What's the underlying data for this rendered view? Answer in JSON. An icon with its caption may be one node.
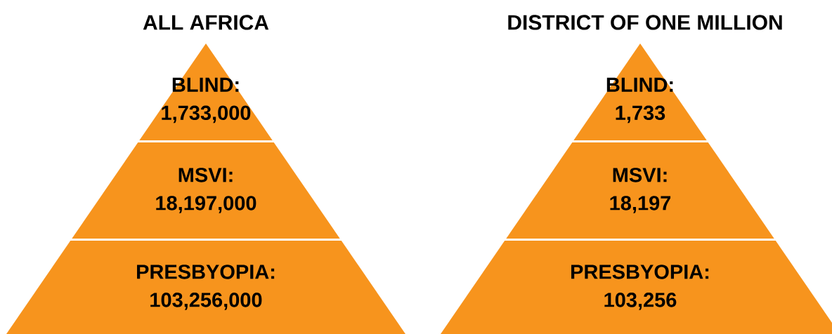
{
  "diagram": {
    "nodes": [
      {
        "text": [
          "BLIND:",
          "1,733,000"
        ]
      },
      {
        "text": [
          "MSVI:",
          "18,197,000"
        ]
      },
      {
        "text": [
          "PRESBYOPIA:",
          "103,256,000"
        ]
      },
      {
        "text": [
          "BLIND:",
          "1,733"
        ]
      },
      {
        "text": [
          "MSVI:",
          "18,197"
        ]
      },
      {
        "text": [
          "PRESBYOPIA:",
          "103,256"
        ]
      }
    ],
    "labels": [
      "ALL AFRICA",
      "DISTRICT OF ONE MILLION"
    ]
  }
}
